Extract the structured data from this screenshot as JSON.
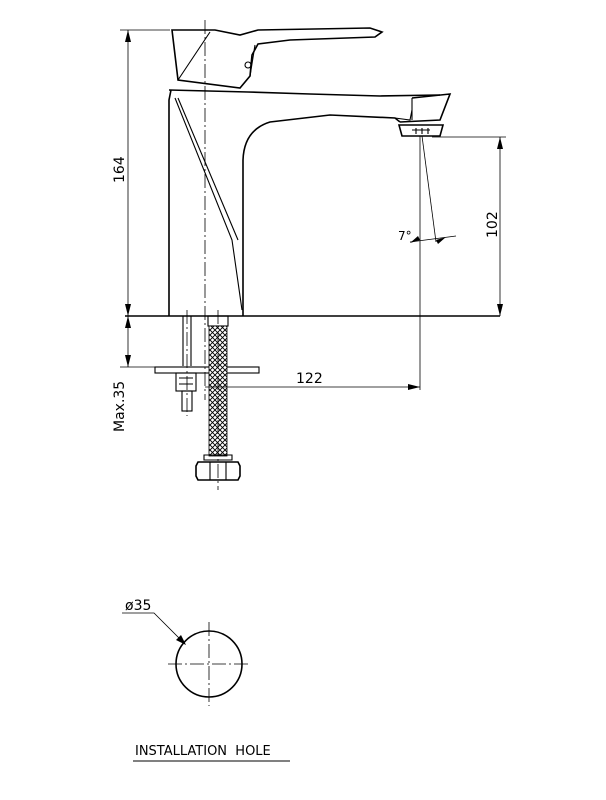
{
  "dimensions": {
    "total_height": "164",
    "spout_height": "102",
    "spout_reach": "122",
    "max_thickness": "Max.35",
    "spout_angle": "7°"
  },
  "installation": {
    "hole_diameter": "ø35",
    "caption": "INSTALLATION  HOLE"
  }
}
